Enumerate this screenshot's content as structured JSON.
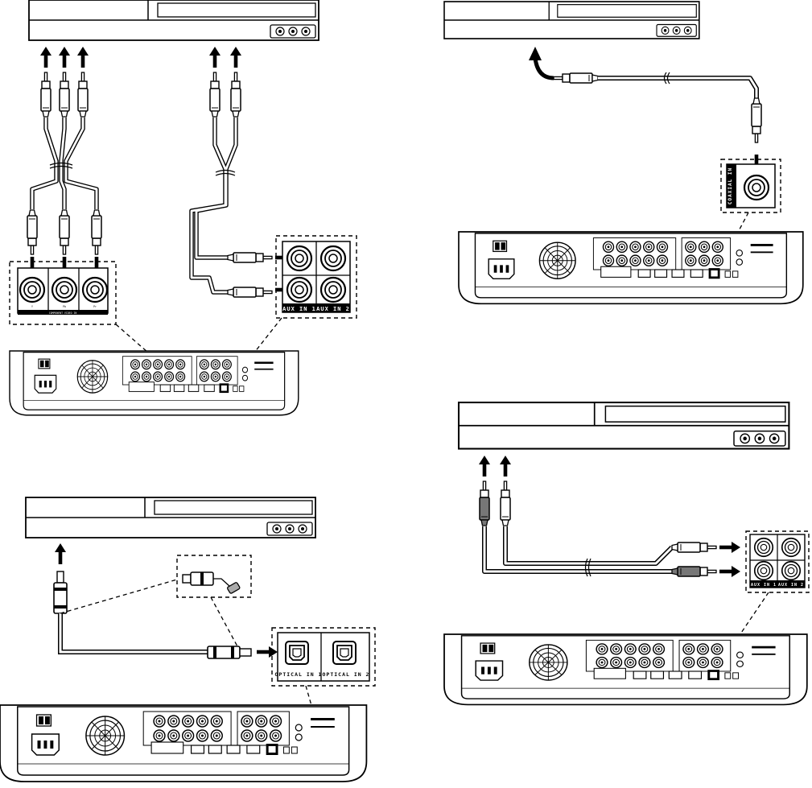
{
  "diagram": {
    "labels": {
      "aux_in_1": "AUX IN 1",
      "aux_in_2": "AUX IN 2",
      "optical_in_1": "OPTICAL IN 1",
      "optical_in_2": "OPTICAL IN 2",
      "coaxial_in": "COAXIAL IN",
      "component_video_in": "COMPONENT VIDEO IN",
      "y": "Y",
      "pb": "Pb",
      "pr": "Pr"
    }
  }
}
